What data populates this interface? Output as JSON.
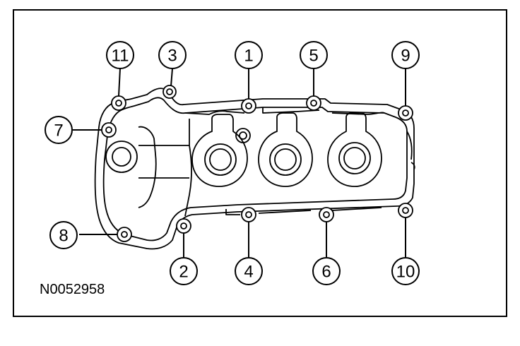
{
  "figure_id": "N0052958",
  "callouts": [
    {
      "number": "1"
    },
    {
      "number": "2"
    },
    {
      "number": "3"
    },
    {
      "number": "4"
    },
    {
      "number": "5"
    },
    {
      "number": "6"
    },
    {
      "number": "7"
    },
    {
      "number": "8"
    },
    {
      "number": "9"
    },
    {
      "number": "10"
    },
    {
      "number": "11"
    }
  ],
  "colors": {
    "line": "#000000",
    "background": "#ffffff"
  }
}
